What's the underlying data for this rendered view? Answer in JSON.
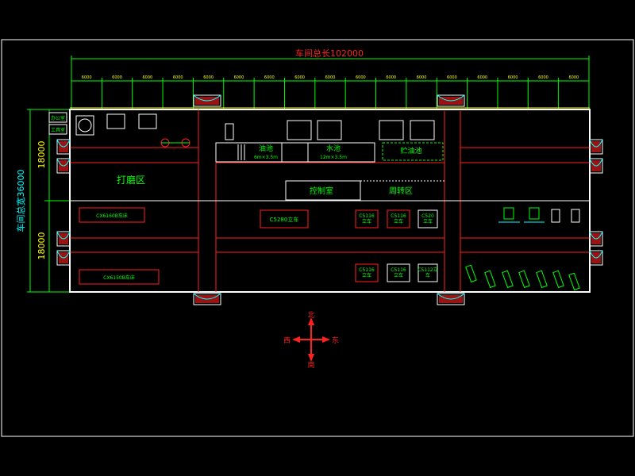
{
  "title_length": "车间总长102000",
  "title_width": "车间总宽36000",
  "half_widths": [
    "18000",
    "18000"
  ],
  "top_segments": [
    "6000",
    "6000",
    "6000",
    "6000",
    "6000",
    "6000",
    "6000",
    "6000",
    "6000",
    "6000",
    "6000",
    "6000",
    "6000",
    "6000",
    "6000",
    "6000",
    "6000"
  ],
  "zones": {
    "grinding": "打磨区",
    "control": "控制室",
    "cooling": "周转区",
    "oil_pool": "油池",
    "oil_pool_size": "6m×3.5m",
    "water_pool": "水池",
    "water_pool_size": "12m×3.5m",
    "storage_pool": "贮油池",
    "lathe_mid": "C5280立车"
  },
  "machines": {
    "left_top": "CX6160B车床",
    "left_bottom": "CX6150B车床",
    "vl1": "C5116\n立车",
    "vl2": "C5116\n立车",
    "vl3": "C520\n立车",
    "vl4": "C5116\n立车",
    "vl5": "C5116\n立车",
    "vl6": "C5112立\n车"
  },
  "small_rooms": [
    "办公室",
    "工具室"
  ],
  "compass": {
    "n": "北",
    "s": "南",
    "e": "东",
    "w": "西"
  },
  "colors": {
    "wall": "#ffffff",
    "red": "#ff2020",
    "green": "#00ff00",
    "yellow": "#ffff00",
    "cyan": "#00ffff",
    "magenta": "#ff00ff"
  }
}
